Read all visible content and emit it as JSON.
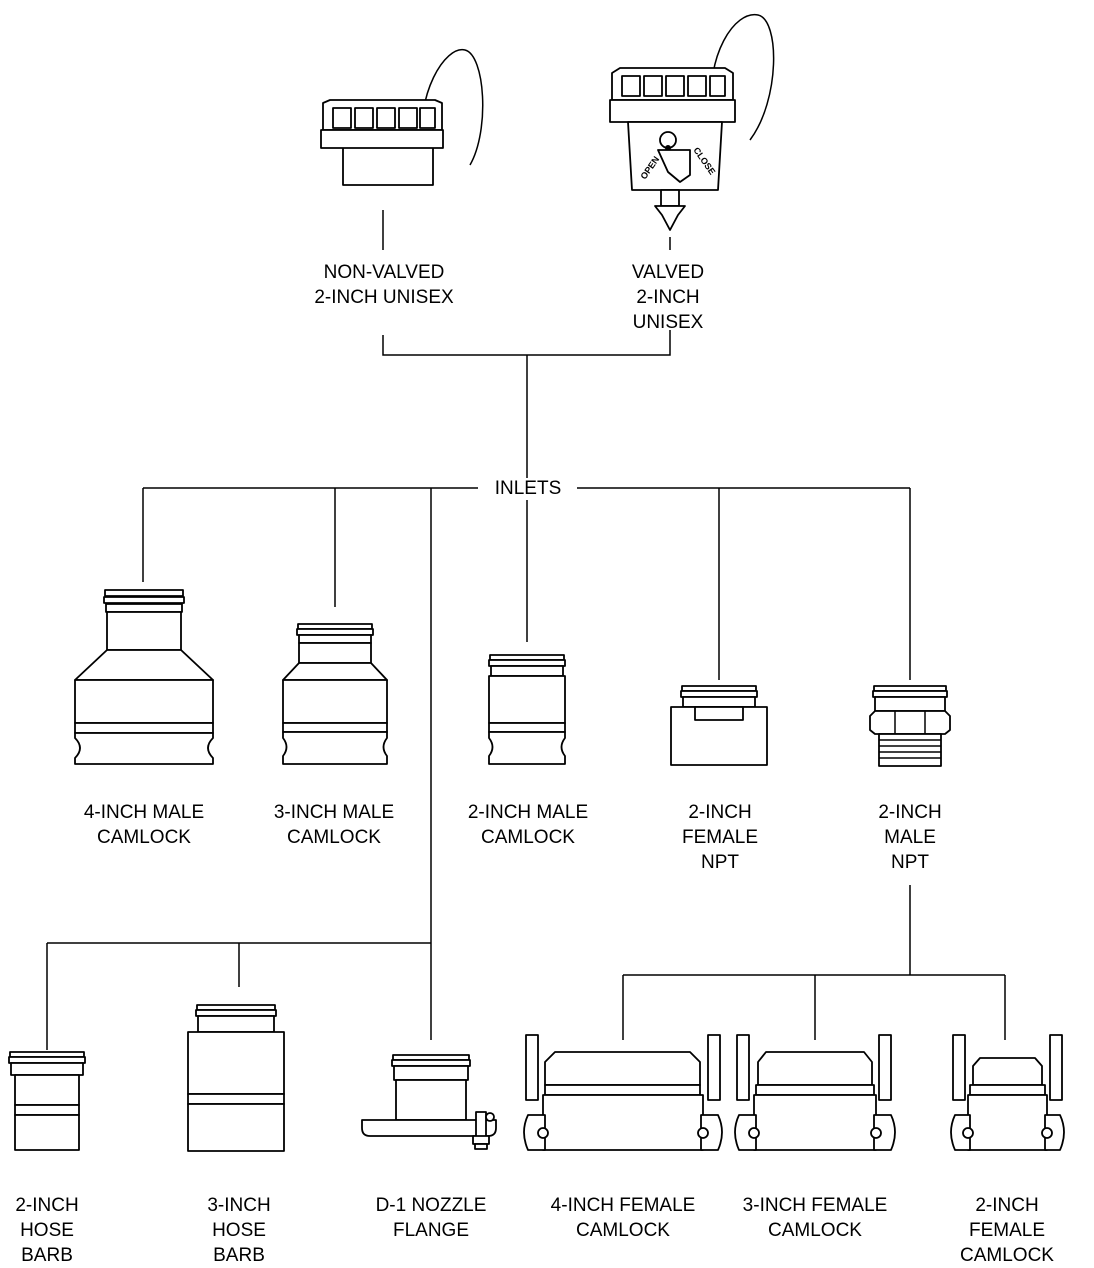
{
  "labels": {
    "non_valved": "NON-VALVED\n2-INCH UNISEX",
    "valved": "VALVED\n2-INCH\nUNISEX",
    "inlets": "INLETS",
    "male_camlock_4": "4-INCH MALE\nCAMLOCK",
    "male_camlock_3": "3-INCH MALE\nCAMLOCK",
    "male_camlock_2": "2-INCH MALE\nCAMLOCK",
    "female_npt_2": "2-INCH\nFEMALE\nNPT",
    "male_npt_2": "2-INCH\nMALE\nNPT",
    "hose_barb_2": "2-INCH\nHOSE\nBARB",
    "hose_barb_3": "3-INCH\nHOSE\nBARB",
    "d1_nozzle_flange": "D-1 NOZZLE\nFLANGE",
    "female_camlock_4": "4-INCH FEMALE\nCAMLOCK",
    "female_camlock_3": "3-INCH FEMALE\nCAMLOCK",
    "female_camlock_2": "2-INCH FEMALE\nCAMLOCK"
  },
  "icon_labels": {
    "open": "OPEN",
    "close": "CLOSE"
  }
}
